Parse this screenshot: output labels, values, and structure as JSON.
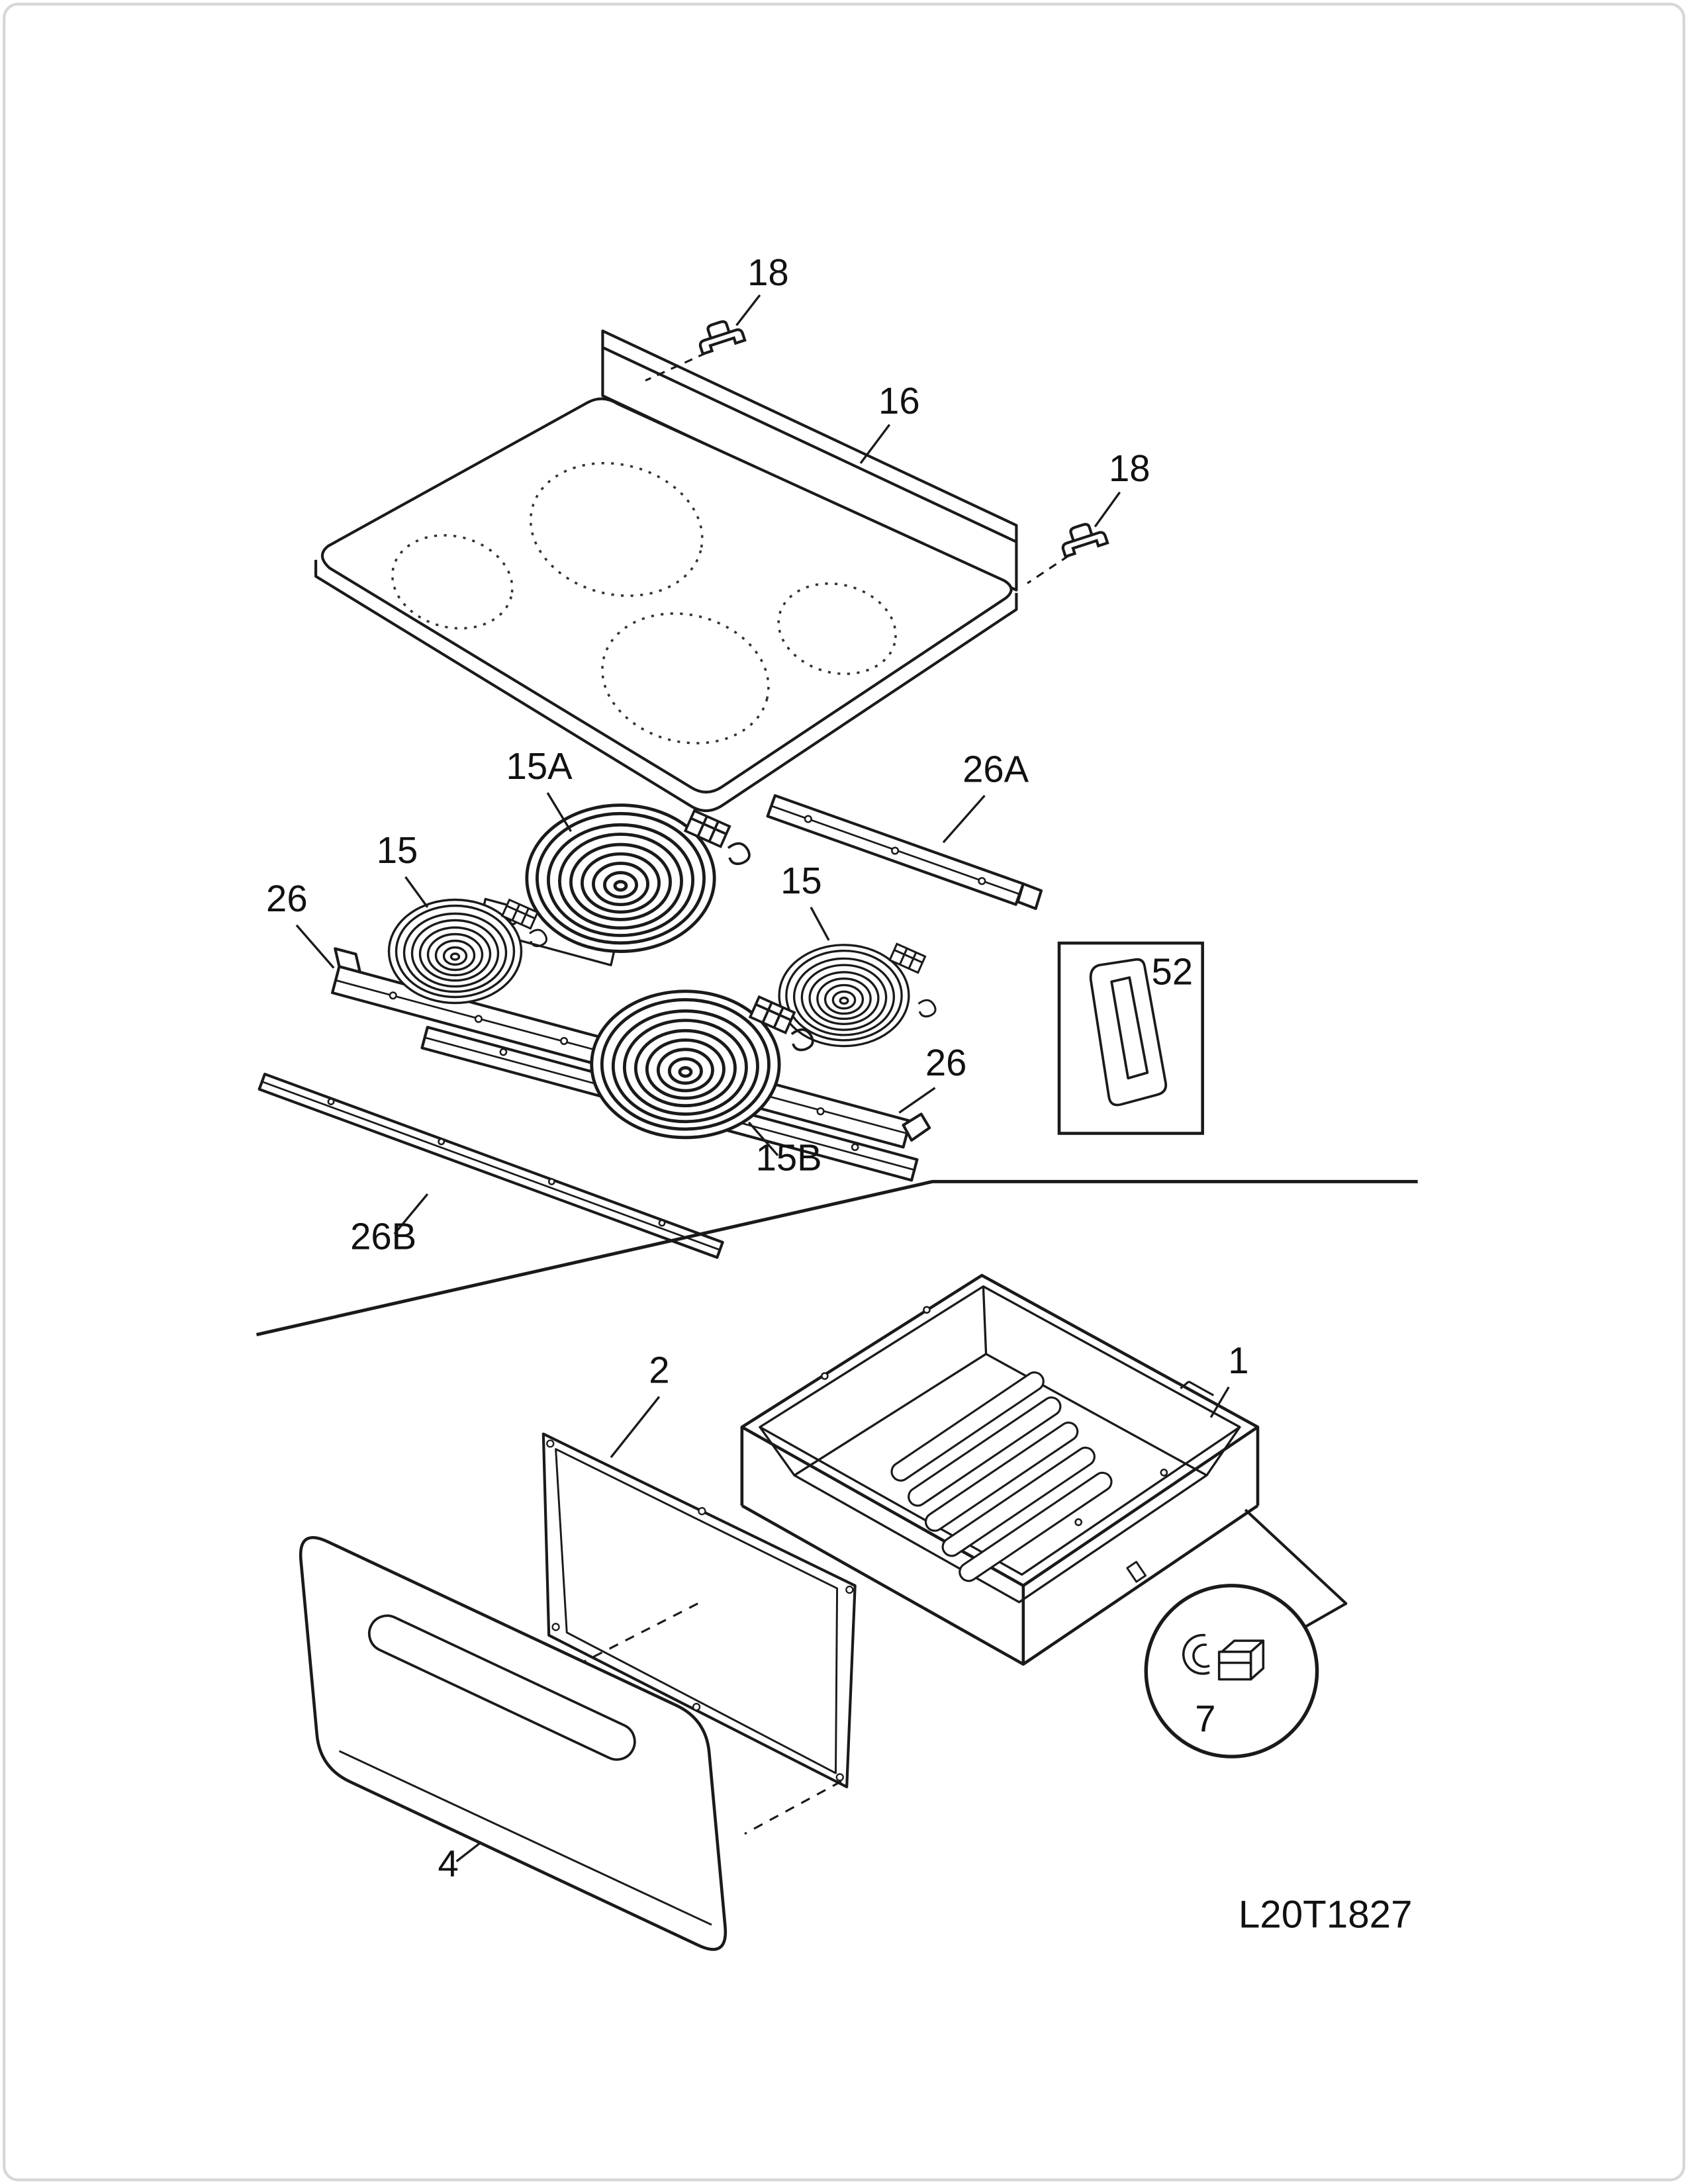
{
  "diagram": {
    "code": "L20T1827",
    "part_labels": {
      "clip_top": "18",
      "clip_right": "18",
      "main_top": "16",
      "element_large_rear": "15A",
      "element_small_left": "15",
      "element_small_right": "15",
      "element_large_front": "15B",
      "bracket_rear": "26A",
      "rail_left": "26",
      "rail_right": "26",
      "bracket_front": "26B",
      "spacer": "52",
      "drawer_body": "1",
      "drawer_inner_panel": "2",
      "drawer_front": "4",
      "drawer_glide": "7"
    }
  }
}
